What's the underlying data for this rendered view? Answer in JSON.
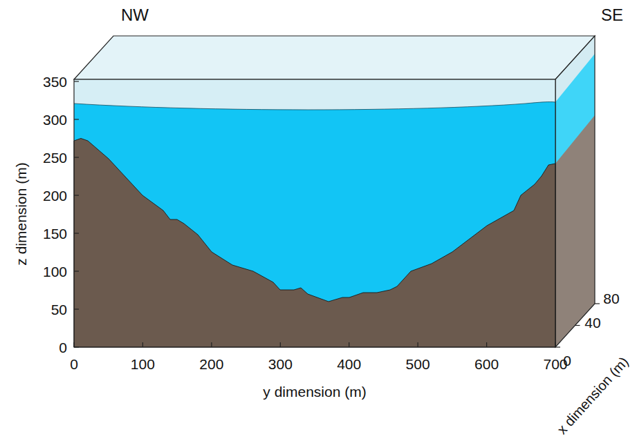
{
  "diagram": {
    "labels": [
      "NW",
      "SE",
      "350",
      "300",
      "250",
      "200",
      "150",
      "100",
      "50",
      "0",
      "z dimension (m)",
      "0",
      "100",
      "200",
      "300",
      "400",
      "500",
      "600",
      "700",
      "y dimension (m)",
      "0",
      "40",
      "80",
      "x dimension (m)"
    ]
  }
}
